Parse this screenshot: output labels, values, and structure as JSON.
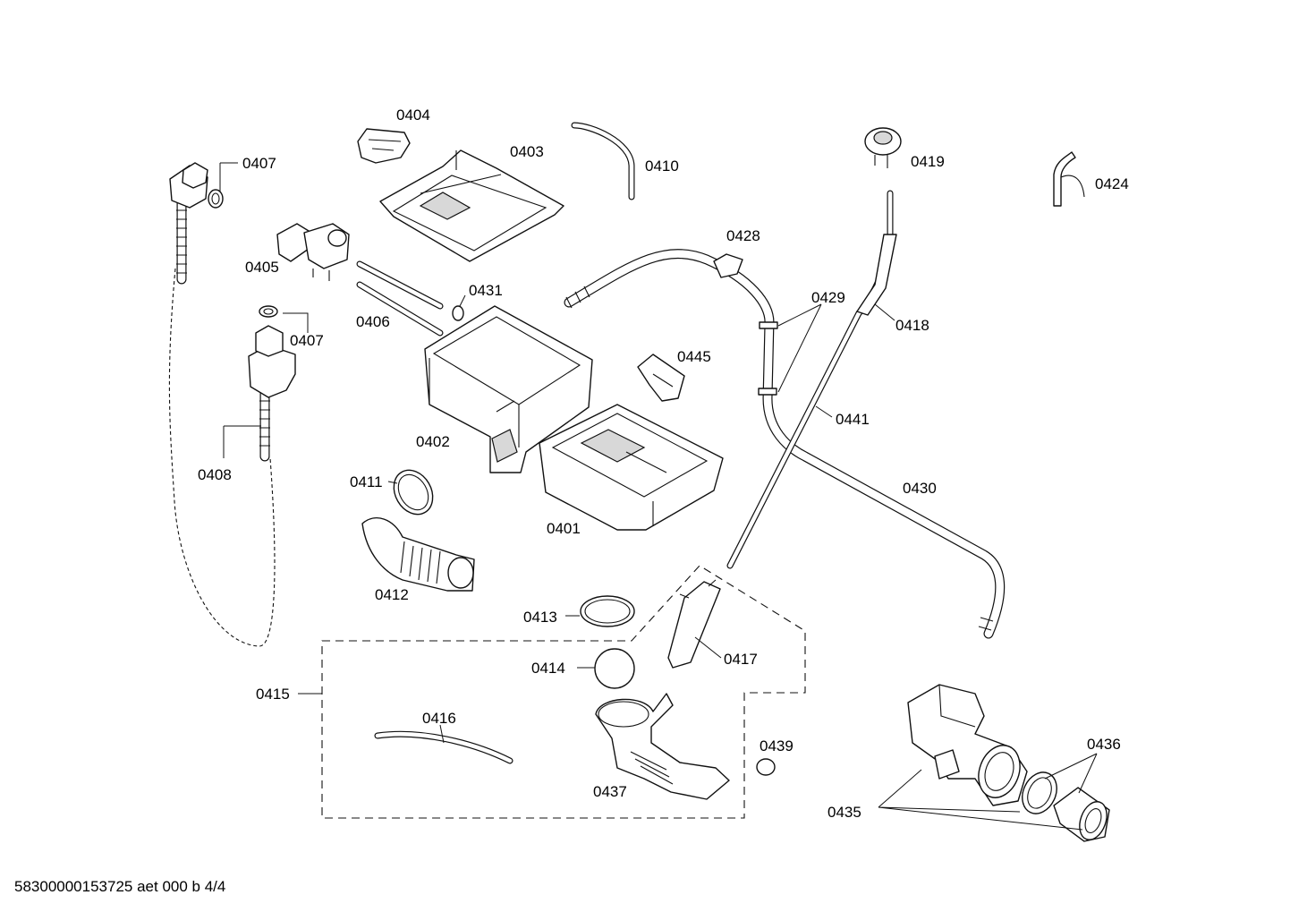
{
  "footer": {
    "code": "58300000153725 aet 000 b 4/4"
  },
  "labels": {
    "p0401": "0401",
    "p0402": "0402",
    "p0403": "0403",
    "p0404": "0404",
    "p0405": "0405",
    "p0406": "0406",
    "p0407a": "0407",
    "p0407b": "0407",
    "p0408": "0408",
    "p0410": "0410",
    "p0411": "0411",
    "p0412": "0412",
    "p0413": "0413",
    "p0414": "0414",
    "p0415": "0415",
    "p0416": "0416",
    "p0417": "0417",
    "p0418": "0418",
    "p0419": "0419",
    "p0424": "0424",
    "p0428": "0428",
    "p0429": "0429",
    "p0430": "0430",
    "p0431": "0431",
    "p0435": "0435",
    "p0436": "0436",
    "p0437": "0437",
    "p0439": "0439",
    "p0441": "0441",
    "p0445": "0445"
  }
}
